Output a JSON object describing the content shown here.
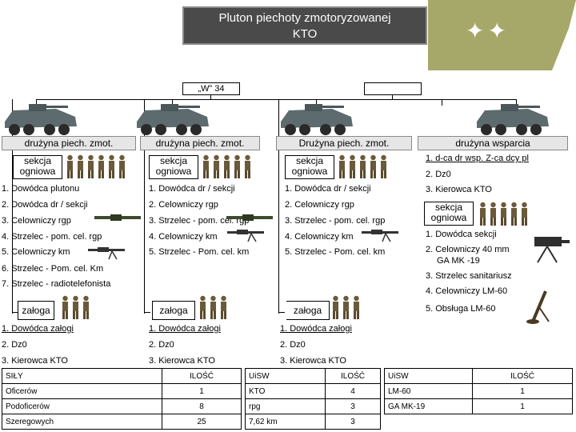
{
  "title": {
    "line1": "Pluton piechoty zmotoryzowanej",
    "line2": "KTO"
  },
  "hq": {
    "label": "„W” 34"
  },
  "squads": [
    {
      "title": "drużyna piech. zmot.",
      "sekcja": [
        "sekcja",
        "ogniowa"
      ],
      "members": [
        "1. Dowódca plutonu",
        "2. Dowódca dr / sekcji",
        "3. Celowniczy rgp",
        "4. Strzelec - pom. cel. rgp",
        "5. Celowniczy km",
        "6. Strzelec - Pom. cel. Km",
        "7.  Strzelec - radiotelefonista"
      ],
      "zaloga": "załoga",
      "crew": [
        "1. Dowódca załogi",
        "2. Dz0",
        "3. Kierowca  KTO"
      ]
    },
    {
      "title": "drużyna piech.  zmot.",
      "sekcja": [
        "sekcja",
        "ogniowa"
      ],
      "members": [
        "1. Dowódca dr / sekcji",
        "2. Celowniczy rgp",
        "3. Strzelec - pom. cel. rgp",
        "4. Celowniczy km",
        "5. Strzelec - Pom. cel. km"
      ],
      "zaloga": "załoga",
      "crew": [
        "1. Dowódca załogi",
        "2. Dz0",
        "3. Kierowca  KTO"
      ]
    },
    {
      "title": "Drużyna piech. zmot.",
      "sekcja": [
        "sekcja",
        "ogniowa"
      ],
      "members": [
        "1. Dowódca dr / sekcji",
        "2. Celowniczy rgp",
        "3. Strzelec - pom. cel. rgp",
        "4. Celowniczy km",
        "5. Strzelec - Pom. cel. km"
      ],
      "zaloga": "załoga",
      "crew": [
        "1. Dowódca załogi",
        "2. Dz0",
        "3. Kierowca  KTO"
      ]
    }
  ],
  "support": {
    "title": "drużyna wsparcia",
    "crew": [
      "1.  d-ca dr wsp. Z-ca dcy pl",
      "2. Dz0",
      "3. Kierowca  KTO"
    ],
    "sekcja": [
      "sekcja",
      "ogniowa"
    ],
    "members": [
      "1. Dowódca  sekcji",
      "2. Celowniczy 40  mm",
      "GA MK -19",
      "3. Strzelec   sanitariusz",
      "4. Celowniczy LM-60",
      "5. Obsługa LM-60"
    ]
  },
  "table_forces": {
    "headers": [
      "SIŁY",
      "ILOŚĆ"
    ],
    "rows": [
      [
        "Oficerów",
        "1"
      ],
      [
        "Podoficerów",
        "8"
      ],
      [
        "Szeregowych",
        "25"
      ]
    ]
  },
  "table_weapons1": {
    "headers": [
      "UiSW",
      "ILOŚĆ"
    ],
    "rows": [
      [
        "KTO",
        "4"
      ],
      [
        "rpg",
        "3"
      ],
      [
        "7,62 km",
        "3"
      ]
    ]
  },
  "table_weapons2": {
    "headers": [
      "UiSW",
      "ILOŚĆ"
    ],
    "rows": [
      [
        "LM-60",
        "1"
      ],
      [
        "GA MK-19",
        "1"
      ]
    ]
  },
  "colors": {
    "title_bg": "#4a4a4a",
    "flag": "#a6a86a",
    "vehicle": "#5d6a6e",
    "soldier": "#6b5a3a"
  }
}
